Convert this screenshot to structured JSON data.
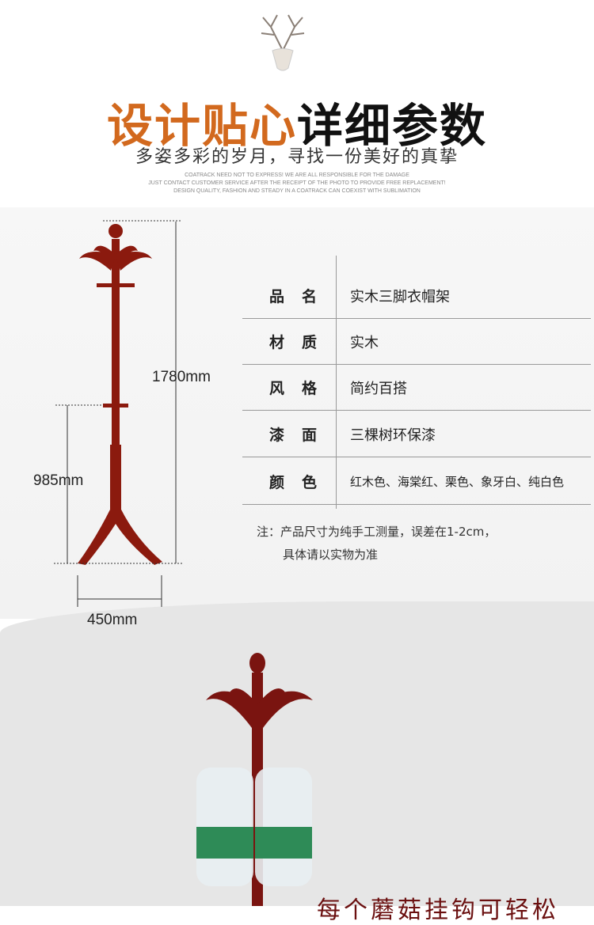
{
  "header": {
    "title_orange": "设计贴心",
    "title_black": "详细参数",
    "subtitle": "多姿多彩的岁月，寻找一份美好的真挚",
    "english": [
      "COATRACK NEED NOT TO EXPRESS! WE ARE ALL RESPONSIBLE FOR THE DAMAGE",
      "JUST CONTACT CUSTOMER SERVICE AFTER THE RECEIPT OF THE PHOTO TO PROVIDE FREE REPLACEMENT!",
      "DESIGN QUALITY, FASHION AND STEADY IN A COATRACK CAN COEXIST WITH SUBLIMATION"
    ]
  },
  "dimensions": {
    "height": "1780mm",
    "hook_height": "985mm",
    "base_width": "450mm"
  },
  "specs": [
    {
      "label": "品名",
      "value": "实木三脚衣帽架"
    },
    {
      "label": "材质",
      "value": "实木"
    },
    {
      "label": "风格",
      "value": "简约百搭"
    },
    {
      "label": "漆面",
      "value": "三棵树环保漆"
    },
    {
      "label": "颜色",
      "value": "红木色、海棠红、栗色、象牙白、纯白色"
    }
  ],
  "note": [
    "注：产品尺寸为纯手工测量，误差在1-2cm，",
    "具体请以实物为准"
  ],
  "caption": "每个蘑菇挂钩可轻松",
  "colors": {
    "accent": "#d2691e",
    "wood": "#8b1a0e"
  }
}
